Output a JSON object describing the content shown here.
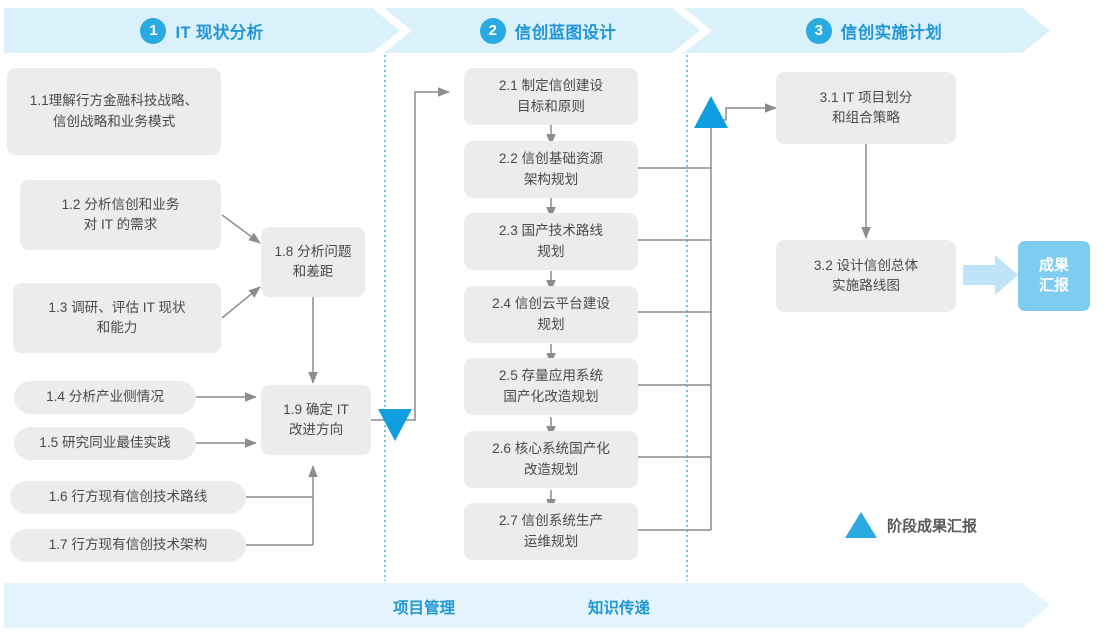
{
  "phases": [
    {
      "num": "1",
      "title": "IT 现状分析"
    },
    {
      "num": "2",
      "title": "信创蓝图设计"
    },
    {
      "num": "3",
      "title": "信创实施计划"
    }
  ],
  "phase1_tasks": [
    {
      "id": "1.1",
      "text": "1.1理解行方金融科技战略、\n信创战略和业务模式"
    },
    {
      "id": "1.2",
      "text": "1.2 分析信创和业务\n对 IT 的需求"
    },
    {
      "id": "1.3",
      "text": "1.3 调研、评估 IT 现状\n和能力"
    },
    {
      "id": "1.4",
      "text": "1.4 分析产业侧情况"
    },
    {
      "id": "1.5",
      "text": "1.5 研究同业最佳实践"
    },
    {
      "id": "1.6",
      "text": "1.6 行方现有信创技术路线"
    },
    {
      "id": "1.7",
      "text": "1.7 行方现有信创技术架构"
    },
    {
      "id": "1.8",
      "text": "1.8 分析问题\n和差距"
    },
    {
      "id": "1.9",
      "text": "1.9 确定 IT\n改进方向"
    }
  ],
  "phase2_tasks": [
    {
      "id": "2.1",
      "text": "2.1 制定信创建设\n目标和原则"
    },
    {
      "id": "2.2",
      "text": "2.2 信创基础资源\n架构规划"
    },
    {
      "id": "2.3",
      "text": "2.3 国产技术路线\n规划"
    },
    {
      "id": "2.4",
      "text": "2.4 信创云平台建设\n规划"
    },
    {
      "id": "2.5",
      "text": "2.5 存量应用系统\n国产化改造规划"
    },
    {
      "id": "2.6",
      "text": "2.6 核心系统国产化\n改造规划"
    },
    {
      "id": "2.7",
      "text": "2.7 信创系统生产\n运维规划"
    }
  ],
  "phase3_tasks": [
    {
      "id": "3.1",
      "text": "3.1 IT 项目划分\n和组合策略"
    },
    {
      "id": "3.2",
      "text": "3.2 设计信创总体\n实施路线图"
    }
  ],
  "result_badge": {
    "text": "成果\n汇报"
  },
  "legend": {
    "icon": "triangle-up-icon",
    "label": "阶段成果汇报"
  },
  "bottom_band": {
    "labels": [
      "项目管理",
      "知识传递"
    ]
  },
  "colors": {
    "accent": "#29ABE2",
    "banner_bg": "#daf0fb",
    "band_bg": "#e4f4fc",
    "box_bg": "#ececec",
    "box_text": "#4a4a4a",
    "connector": "#8c8c8c",
    "badge_bg": "#7ecdf0",
    "title_blue": "#2196d6"
  }
}
